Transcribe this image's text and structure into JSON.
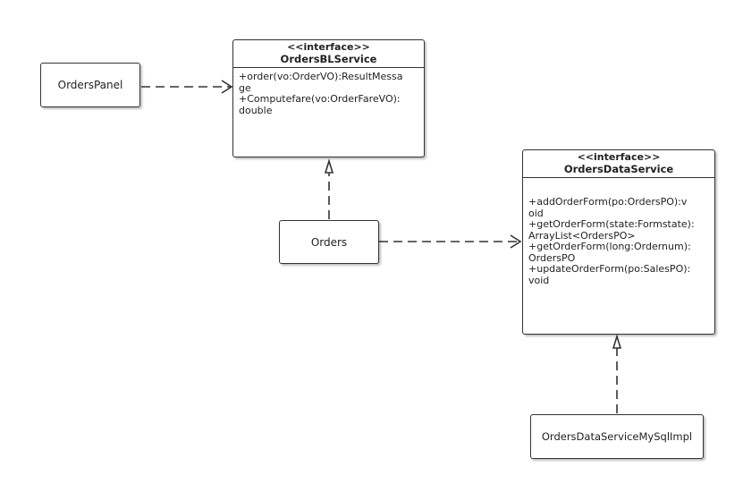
{
  "diagram": {
    "orders_panel": {
      "label": "OrdersPanel"
    },
    "orders_bl_service": {
      "stereotype": "<<interface>>",
      "name": "OrdersBLService",
      "methods": "+order(vo:OrderVO):ResultMessa\nge\n+Computefare(vo:OrderFareVO):\ndouble"
    },
    "orders": {
      "label": "Orders"
    },
    "orders_data_service": {
      "stereotype": "<<interface>>",
      "name": "OrdersDataService",
      "methods": "+addOrderForm(po:OrdersPO):v\noid\n+getOrderForm(state:Formstate):\nArrayList<OrdersPO>\n+getOrderForm(long:Ordernum):\nOrdersPO\n+updateOrderForm(po:SalesPO):\nvoid"
    },
    "impl": {
      "label": "OrdersDataServiceMySqlImpl"
    }
  },
  "colors": {
    "line": "#333333",
    "box_border": "#333333",
    "background": "#ffffff"
  }
}
